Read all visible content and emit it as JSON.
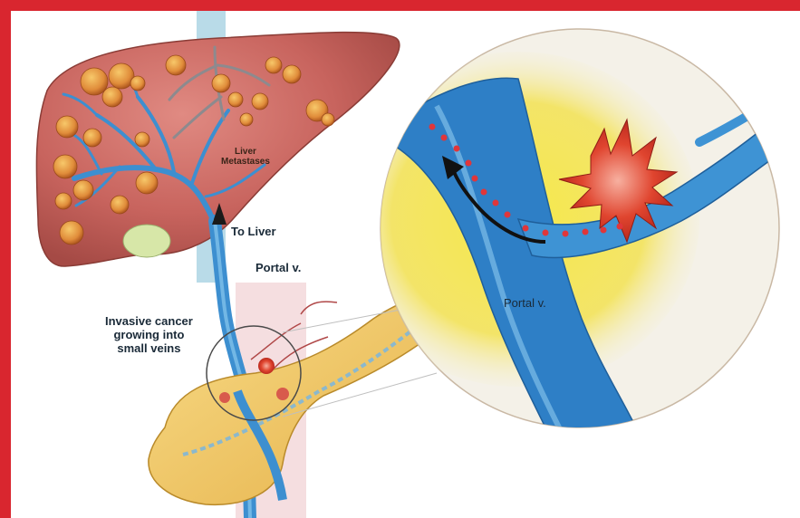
{
  "labels": {
    "liver_metastases": "Liver\nMetastases",
    "to_liver": "To Liver",
    "portal_v": "Portal v.",
    "invasive_cancer": "Invasive cancer\ngrowing into\nsmall veins",
    "portal_v_zoom": "Portal v."
  },
  "colors": {
    "border": "#d9262f",
    "liver": "#c8645e",
    "vein": "#3d8fd0",
    "pancreas": "#f0c55c",
    "tumor": "#d83a2a",
    "background_glow": "#f4e04a"
  }
}
